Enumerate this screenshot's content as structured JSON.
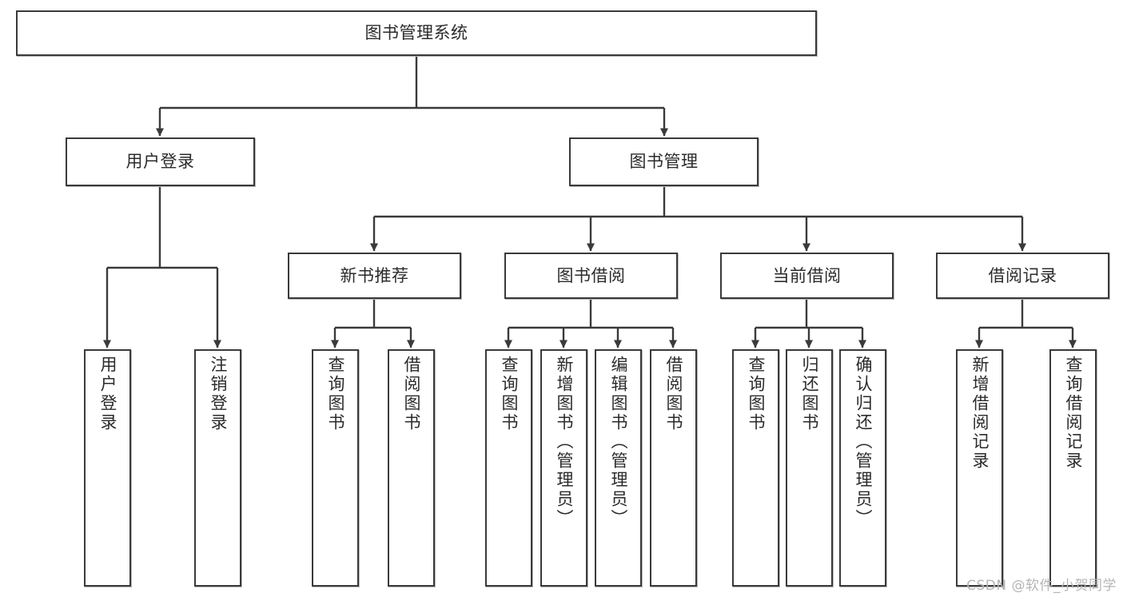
{
  "diagram": {
    "title": "图书管理系统",
    "watermark": "CSDN @软件_小贺同学",
    "colors": {
      "box_border": "#3a3a3a",
      "box_fill": "#ffffff",
      "connector": "#3a3a3a",
      "text": "#2b2b2b",
      "watermark": "#b5b5b5"
    },
    "root": {
      "label": "图书管理系统"
    },
    "level1": [
      {
        "label": "用户登录"
      },
      {
        "label": "图书管理"
      }
    ],
    "level2": [
      {
        "label": "新书推荐"
      },
      {
        "label": "图书借阅"
      },
      {
        "label": "当前借阅"
      },
      {
        "label": "借阅记录"
      }
    ],
    "leaves": {
      "user_login": [
        {
          "label": "用户登录"
        },
        {
          "label": "注销登录"
        }
      ],
      "new_book_recommend": [
        {
          "label": "查询图书"
        },
        {
          "label": "借阅图书"
        }
      ],
      "book_borrow": [
        {
          "label": "查询图书"
        },
        {
          "label": "新增图书（管理员）"
        },
        {
          "label": "编辑图书（管理员）"
        },
        {
          "label": "借阅图书"
        }
      ],
      "current_borrow": [
        {
          "label": "查询图书"
        },
        {
          "label": "归还图书"
        },
        {
          "label": "确认归还（管理员）"
        }
      ],
      "borrow_record": [
        {
          "label": "新增借阅记录"
        },
        {
          "label": "查询借阅记录"
        }
      ]
    }
  }
}
